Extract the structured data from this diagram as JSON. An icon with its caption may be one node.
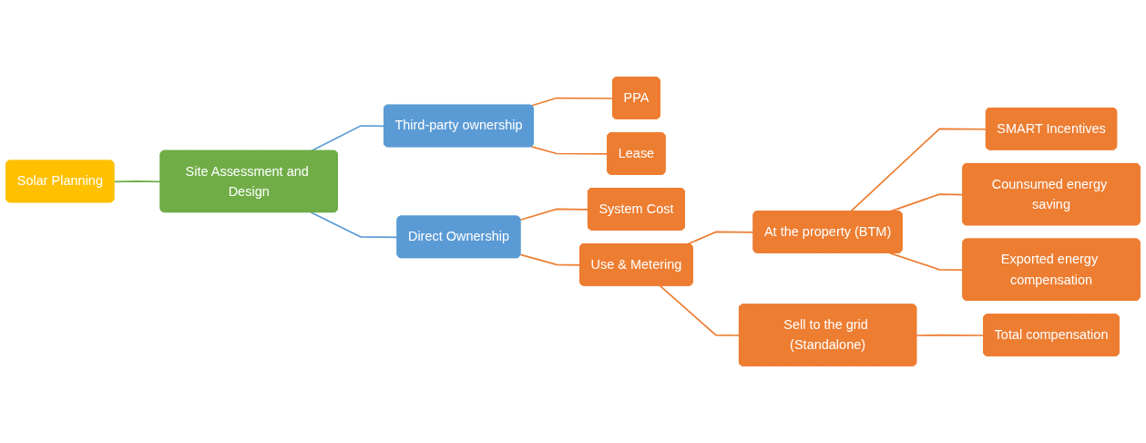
{
  "diagram": {
    "nodes": [
      {
        "text": [
          "Solar Planning"
        ]
      },
      {
        "text": [
          "Site Assessment and Design"
        ]
      },
      {
        "text": [
          "Third-party ownership"
        ]
      },
      {
        "text": [
          "Direct Ownership"
        ]
      },
      {
        "text": [
          "PPA"
        ]
      },
      {
        "text": [
          "Lease"
        ]
      },
      {
        "text": [
          "System Cost"
        ]
      },
      {
        "text": [
          "Use & Metering"
        ]
      },
      {
        "text": [
          "At the property (BTM)"
        ]
      },
      {
        "text": [
          "Sell to the grid (Standalone)"
        ]
      },
      {
        "text": [
          "SMART Incentives"
        ]
      },
      {
        "text": [
          "Counsumed energy saving"
        ]
      },
      {
        "text": [
          "Exported energy compensation"
        ]
      },
      {
        "text": [
          "Total compensation"
        ]
      }
    ],
    "edges": [
      {
        "from": 0,
        "to": 1,
        "arrow": "none",
        "color": "#70ad47"
      },
      {
        "from": 1,
        "to": 2,
        "arrow": "none",
        "color": "#5b9bd5"
      },
      {
        "from": 1,
        "to": 3,
        "arrow": "none",
        "color": "#5b9bd5"
      },
      {
        "from": 2,
        "to": 4,
        "arrow": "none"
      },
      {
        "from": 2,
        "to": 5,
        "arrow": "none"
      },
      {
        "from": 3,
        "to": 6,
        "arrow": "none"
      },
      {
        "from": 3,
        "to": 7,
        "arrow": "none"
      },
      {
        "from": 7,
        "to": 8,
        "arrow": "none"
      },
      {
        "from": 7,
        "to": 9,
        "arrow": "none"
      },
      {
        "from": 8,
        "to": 10,
        "arrow": "none"
      },
      {
        "from": 8,
        "to": 11,
        "arrow": "none"
      },
      {
        "from": 8,
        "to": 12,
        "arrow": "none"
      },
      {
        "from": 9,
        "to": 13,
        "arrow": "none"
      }
    ]
  }
}
